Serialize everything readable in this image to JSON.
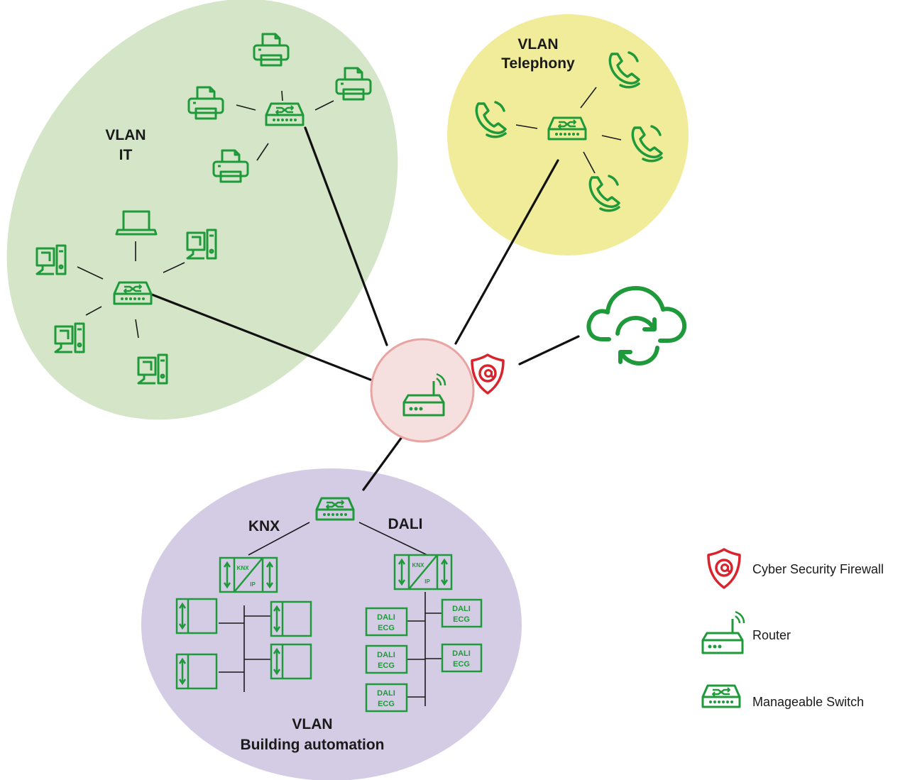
{
  "zones": {
    "it": {
      "label_line1": "VLAN",
      "label_line2": "IT",
      "fill": "#d5e6c8"
    },
    "telephony": {
      "label_line1": "VLAN",
      "label_line2": "Telephony",
      "fill": "#f1ec9a"
    },
    "building": {
      "label_line1": "VLAN",
      "label_line2": "Building automation",
      "fill": "#d4cce4"
    }
  },
  "branches": {
    "knx": "KNX",
    "dali": "DALI"
  },
  "gateway": {
    "top": "KNX",
    "bottom": "IP"
  },
  "ecg": {
    "line1": "DALI",
    "line2": "ECG"
  },
  "legend": {
    "firewall": "Cyber Security Firewall",
    "router": "Router",
    "switch": "Manageable Switch"
  },
  "colors": {
    "icon_green": "#1f9a3a",
    "firewall_red": "#d9232d",
    "router_circle": "#f6e0df",
    "router_ring": "#e8a4a2"
  }
}
